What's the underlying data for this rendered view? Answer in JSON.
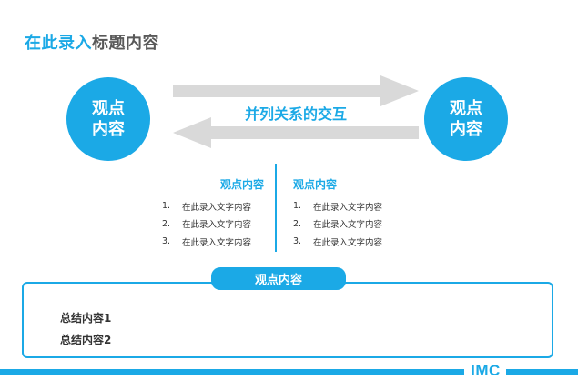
{
  "title": {
    "highlight": "在此录入",
    "rest": "标题内容"
  },
  "circles": {
    "left_label": "观点内容",
    "right_label": "观点内容"
  },
  "relation_text": "并列关系的交互",
  "columns": {
    "left": {
      "title": "观点内容",
      "items": [
        {
          "num": "1.",
          "text": "在此录入文字内容"
        },
        {
          "num": "2.",
          "text": "在此录入文字内容"
        },
        {
          "num": "3.",
          "text": "在此录入文字内容"
        }
      ]
    },
    "right": {
      "title": "观点内容",
      "items": [
        {
          "num": "1.",
          "text": "在此录入文字内容"
        },
        {
          "num": "2.",
          "text": "在此录入文字内容"
        },
        {
          "num": "3.",
          "text": "在此录入文字内容"
        }
      ]
    }
  },
  "summary": {
    "tab_label": "观点内容",
    "items": [
      "总结内容1",
      "总结内容2"
    ]
  },
  "footer": {
    "brand": "IMC"
  },
  "colors": {
    "accent": "#1ba9e6",
    "arrow": "#d9d9d9",
    "text": "#333333"
  }
}
